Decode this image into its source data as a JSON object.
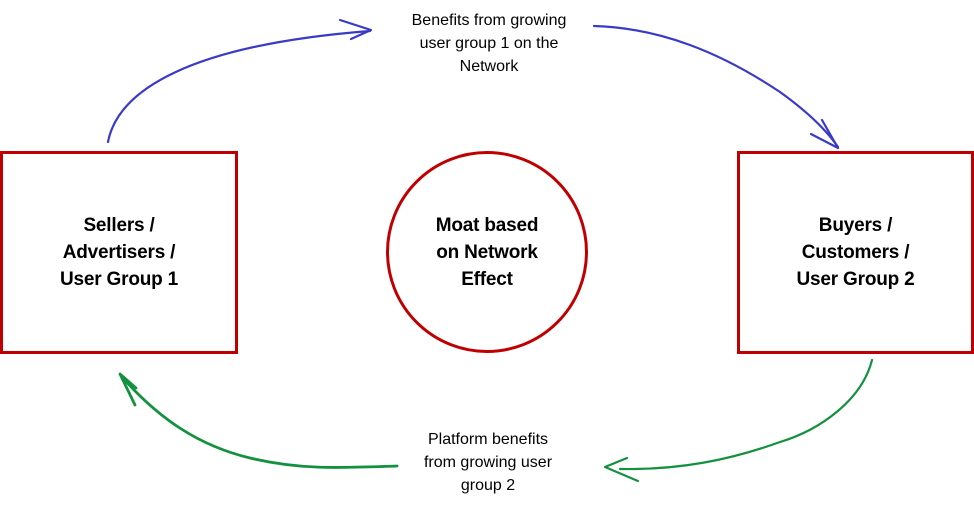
{
  "diagram": {
    "type": "cycle",
    "title": "",
    "nodes": [
      {
        "id": "user-group-1",
        "shape": "rectangle",
        "label": "Sellers /\nAdvertisers /\nUser Group 1",
        "border_color": "#c00000"
      },
      {
        "id": "moat",
        "shape": "circle",
        "label": "Moat based\non Network\nEffect",
        "border_color": "#c00000"
      },
      {
        "id": "user-group-2",
        "shape": "rectangle",
        "label": "Buyers /\nCustomers /\nUser Group 2",
        "border_color": "#c00000"
      }
    ],
    "edges": [
      {
        "id": "top-arrow",
        "from": "user-group-1",
        "to": "user-group-2",
        "label": "Benefits from growing\nuser group 1 on the\nNetwork",
        "color": "#3a3ac8"
      },
      {
        "id": "bottom-arrow",
        "from": "user-group-2",
        "to": "user-group-1",
        "label": "Platform benefits\nfrom growing user\ngroup 2",
        "color": "#14913f"
      }
    ]
  },
  "colors": {
    "node_border": "#c00000",
    "top_arrow": "#3a3ac8",
    "bottom_arrow": "#14913f",
    "text": "#000000",
    "background": "#ffffff"
  }
}
